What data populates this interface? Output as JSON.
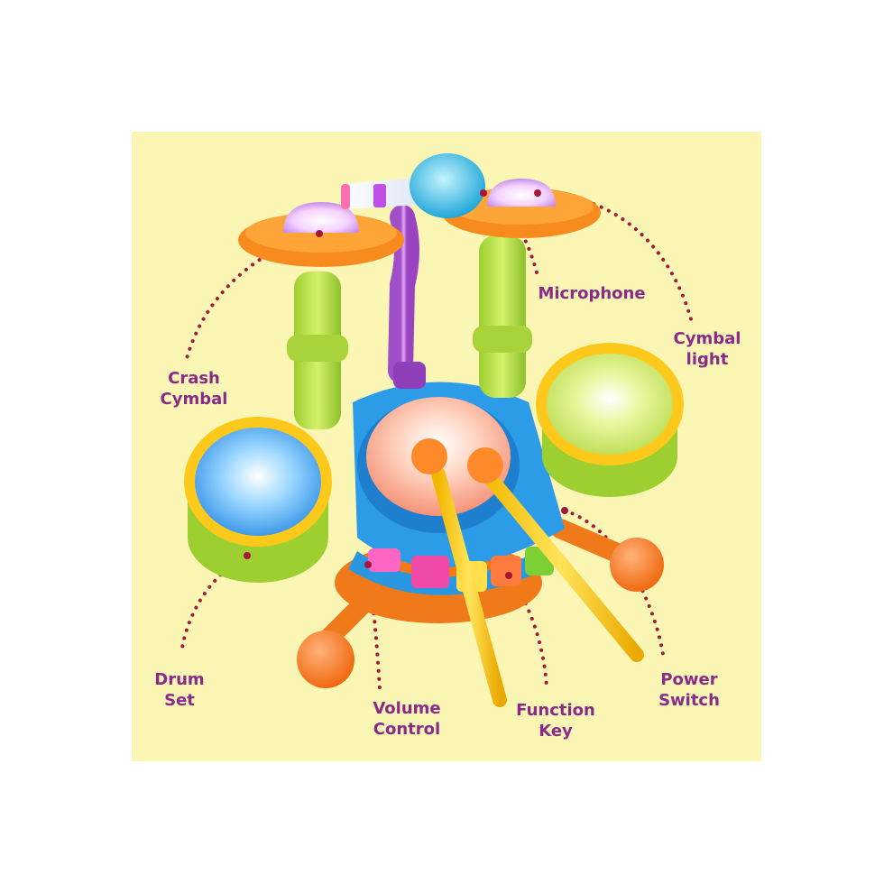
{
  "colors": {
    "background": "#fbf6b4",
    "page": "#ffffff",
    "label_text": "#8a2b8a",
    "dotted_leader": "#a3183a"
  },
  "callouts": {
    "crash_cymbal": "Crash\nCymbal",
    "microphone": "Microphone",
    "cymbal_light": "Cymbal\nlight",
    "drum_set": "Drum\nSet",
    "volume_control": "Volume\nControl",
    "function_key": "Function\nKey",
    "power_switch": "Power\nSwitch"
  }
}
